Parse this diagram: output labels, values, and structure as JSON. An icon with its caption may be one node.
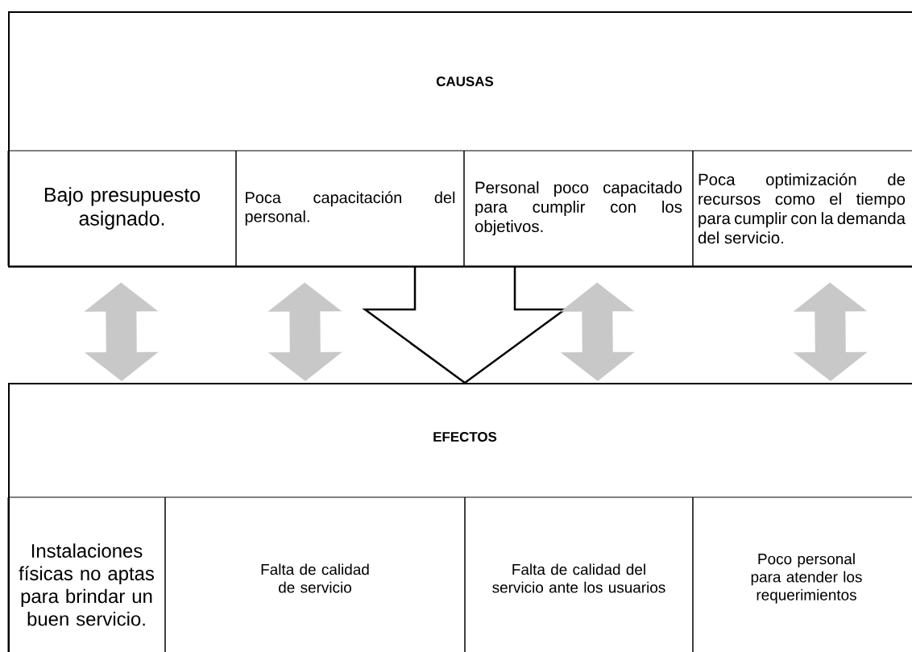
{
  "diagram": {
    "nodes": [
      {
        "text": [
          "CAUSAS"
        ]
      },
      {
        "text": [
          "Bajo presupuesto asignado."
        ],
        "in": 0
      },
      {
        "text": [
          "Poca capacitación del personal."
        ],
        "in": 0
      },
      {
        "text": [
          "Personal poco capacitado para cumplir con los objetivos."
        ],
        "in": 0
      },
      {
        "text": [
          "Poca optimización de recursos como el tiempo para cumplir con la demanda del servicio."
        ],
        "in": 0
      },
      {
        "text": [
          "EFECTOS"
        ]
      },
      {
        "text": [
          "Instalaciones físicas no aptas para brindar un buen servicio."
        ],
        "in": 5
      },
      {
        "text": [
          "Falta de calidad de servicio"
        ],
        "in": 5
      },
      {
        "text": [
          "Falta de calidad del servicio ante los usuarios"
        ],
        "in": 5
      },
      {
        "text": [
          "Poco personal para atender los requerimientos"
        ],
        "in": 5
      }
    ],
    "edges": [
      {
        "from": 0,
        "to": 5,
        "arrow": "to",
        "style": "thick"
      },
      {
        "from": 1,
        "to": 5,
        "arrow": "both"
      },
      {
        "from": 2,
        "to": 5,
        "arrow": "both"
      },
      {
        "from": 3,
        "to": 5,
        "arrow": "both"
      },
      {
        "from": 4,
        "to": 5,
        "arrow": "both"
      }
    ]
  }
}
